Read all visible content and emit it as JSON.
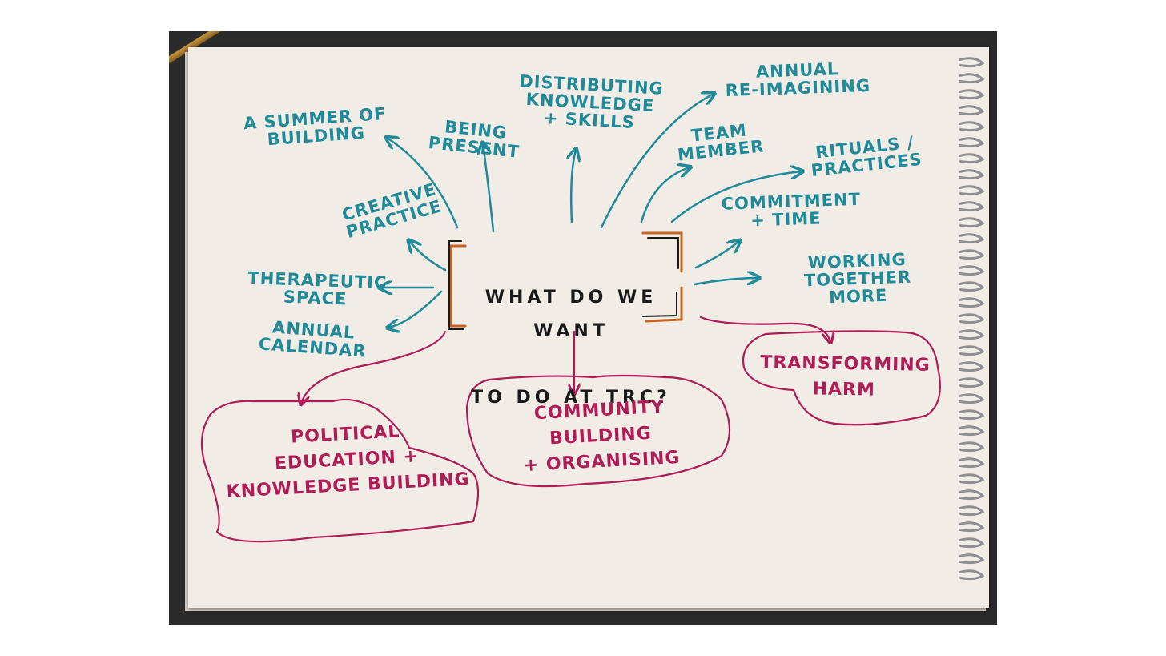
{
  "colors": {
    "teal_ink": "#1e8a9a",
    "magenta_ink": "#b01c55",
    "orange_ink": "#c8621e",
    "black_ink": "#1a1a1a",
    "paper": "#f1ece6",
    "background": "#2b2b2c"
  },
  "central_question": {
    "line1": "What do we want",
    "line2": "to do at TRC?"
  },
  "ideas": {
    "summer_of_building": "A summer of\nbuilding",
    "being_present": "Being\npresent",
    "distributing_knowledge": "Distributing\nknowledge\n+ skills",
    "annual_reimagining": "Annual\nre-imagining",
    "team_member": "Team\nmember",
    "rituals_practices": "Rituals /\npractices",
    "creative_practice": "Creative\npractice",
    "commitment_time": "Commitment\n+ time",
    "therapeutic_space": "Therapeutic\nspace",
    "working_together": "Working together\nmore",
    "annual_calendar": "Annual\ncalendar"
  },
  "themes": {
    "political_education": "Political\neducation +\nknowledge building",
    "community_building": "Community building\n+ organising",
    "transforming_harm": "Transforming\nharm"
  }
}
